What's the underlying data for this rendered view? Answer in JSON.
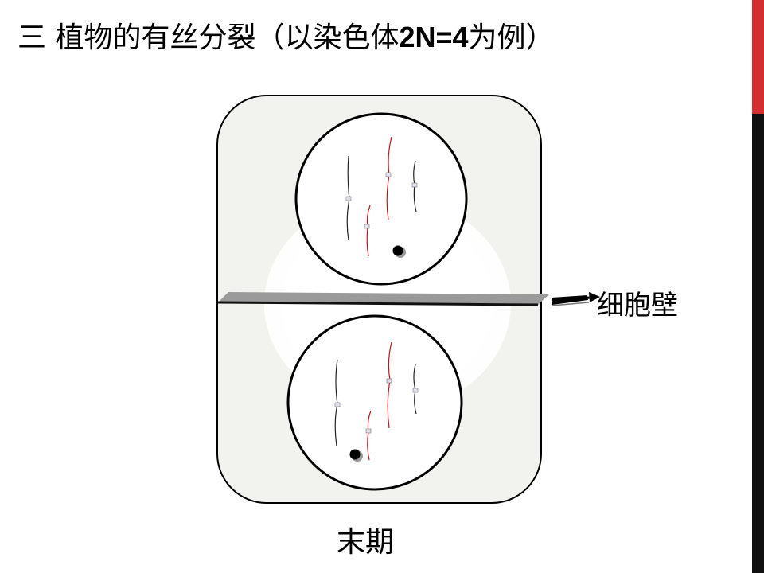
{
  "title": {
    "prefix": "三 植物的有丝分裂（以染色体",
    "formula": "2N=4",
    "suffix": "为例）"
  },
  "labels": {
    "cell_wall": "细胞壁",
    "stage": "末期"
  },
  "colors": {
    "accent_red": "#d32f2f",
    "accent_dark": "#111111",
    "cell_fill": "#f2f2ee",
    "glow": "#ffffff",
    "chromosome_dark": "#222222",
    "chromosome_red": "#c0141e",
    "centromere": "#e6e0ee",
    "cell_plate": "#999999"
  }
}
